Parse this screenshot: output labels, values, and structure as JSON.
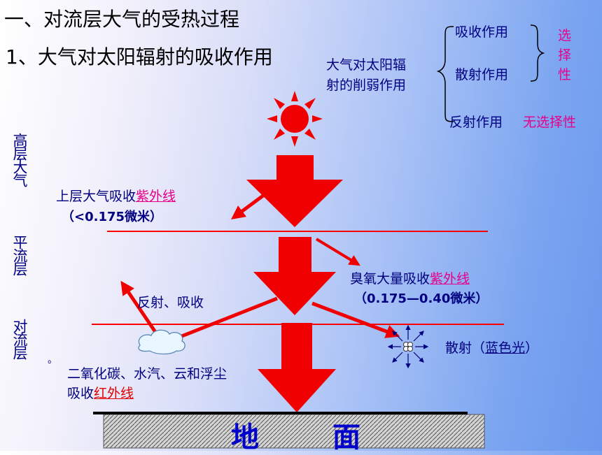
{
  "heading": {
    "section_title": "一、对流层大气的受热过程",
    "subtitle": "1、大气对太阳辐射的吸收作用"
  },
  "weakening": {
    "label_line1": "大气对太阳辐",
    "label_line2": "射的削弱作用",
    "absorb": "吸收作用",
    "scatter": "散射作用",
    "reflect": "反射作用",
    "selective": [
      "选",
      "择",
      "性"
    ],
    "non_selective": "无选择性"
  },
  "layers": {
    "upper": "高层大气",
    "strat": "平流层",
    "tropo": "对流层"
  },
  "annotations": {
    "upper_absorb_prefix": "上层大气吸收",
    "upper_absorb_uv": "紫外线",
    "upper_range": "（<0.175微米）",
    "ozone_prefix": "臭氧大量吸收",
    "ozone_uv": "紫外线",
    "ozone_range": "（0.175—0.40微米）",
    "reflect_absorb": "反射、吸收",
    "scatter_prefix": "散射（",
    "scatter_blue": "蓝色光",
    "scatter_suffix": "）",
    "dot": "。",
    "co2_line": "二氧化碳、水汽、云和浮尘",
    "ir_prefix": "吸收",
    "ir_text": "红外线"
  },
  "ground": {
    "char1": "地",
    "char2": "面"
  },
  "colors": {
    "arrow_red": "#f00000",
    "navy_text": "#000080",
    "magenta_text": "#e6008a",
    "layer_line": "#ff0000",
    "ground_fill": "#c8c8c8"
  },
  "icons": {
    "sun": "sun-icon",
    "cloud": "cloud-icon",
    "molecule": "molecule-icon"
  }
}
